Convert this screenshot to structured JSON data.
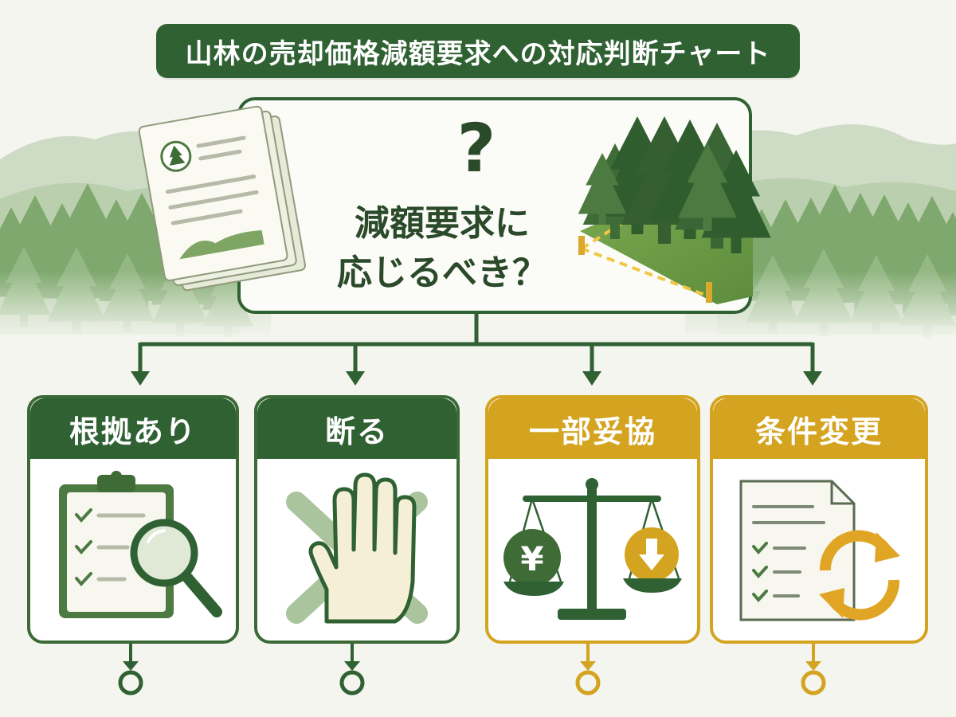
{
  "title": "山林の売却価格減額要求への対応判断チャート",
  "question": {
    "line1": "減額要求に",
    "line2": "応じるべき？",
    "mark": "?"
  },
  "options": [
    {
      "label": "根拠あり",
      "icon": "clipboard-magnifier-icon"
    },
    {
      "label": "断る",
      "icon": "hand-stop-icon"
    },
    {
      "label": "一部妥協",
      "icon": "balance-scale-icon"
    },
    {
      "label": "条件変更",
      "icon": "document-refresh-icon"
    }
  ],
  "symbols": {
    "yen": "¥"
  },
  "colors": {
    "dark_green": "#2f6133",
    "mid_green": "#4d7a40",
    "light_green": "#a9c79c",
    "gold": "#d4a420",
    "cream": "#f4f5ef",
    "card_border_green": "#3b6a36"
  }
}
